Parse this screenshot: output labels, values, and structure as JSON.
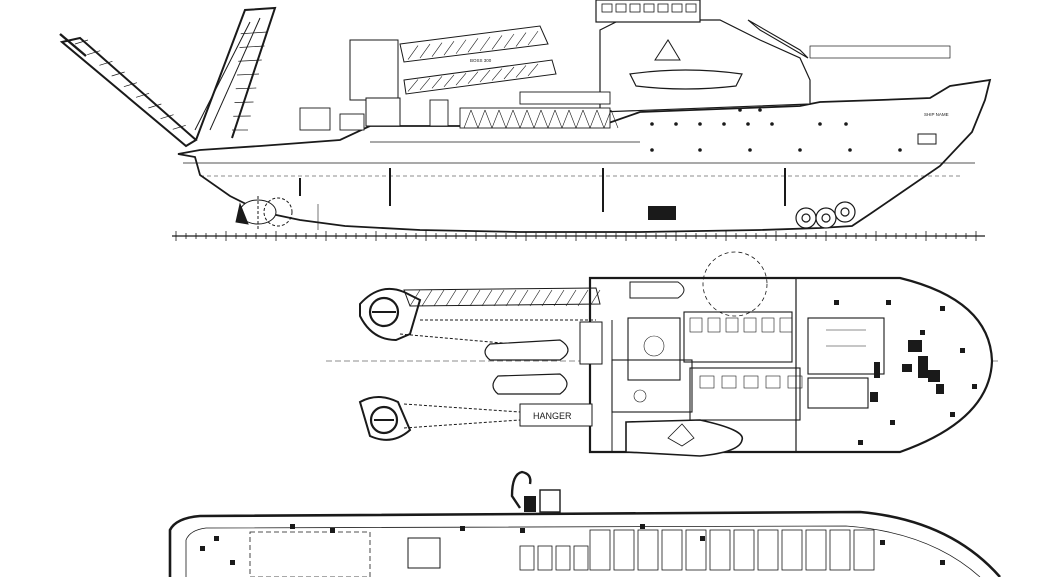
{
  "drawing": {
    "title": "",
    "views": [
      {
        "id": "profile",
        "label": "",
        "hull_name_text": "SHIP NAME",
        "crane_text": "BOSS 300",
        "bow_name_text": "SHIP NAME"
      },
      {
        "id": "upper-deck-plan",
        "label": "",
        "hangar_text": "HANGER"
      },
      {
        "id": "main-deck-plan",
        "label": ""
      }
    ],
    "line_color": "#1a1a1a",
    "fill_color": "#ffffff",
    "hatch_color": "#4d4d4d"
  }
}
